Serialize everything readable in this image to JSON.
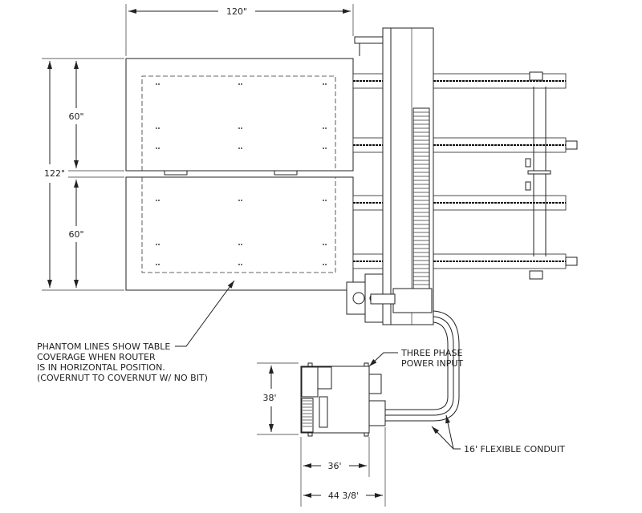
{
  "dimensions": {
    "table_width": "120\"",
    "table_half_upper": "60\"",
    "table_half_lower": "60\"",
    "table_length": "122\"",
    "cabinet_depth": "38'",
    "cabinet_width": "36'",
    "cabinet_overall_width": "44 3/8'"
  },
  "notes": {
    "phantom_lines": [
      "PHANTOM LINES SHOW TABLE",
      "COVERAGE WHEN ROUTER",
      "IS IN HORIZONTAL POSITION.",
      "(COVERNUT TO COVERNUT W/ NO BIT)"
    ],
    "power_input": [
      "THREE PHASE",
      "POWER INPUT"
    ],
    "conduit": "16' FLEXIBLE CONDUIT"
  }
}
